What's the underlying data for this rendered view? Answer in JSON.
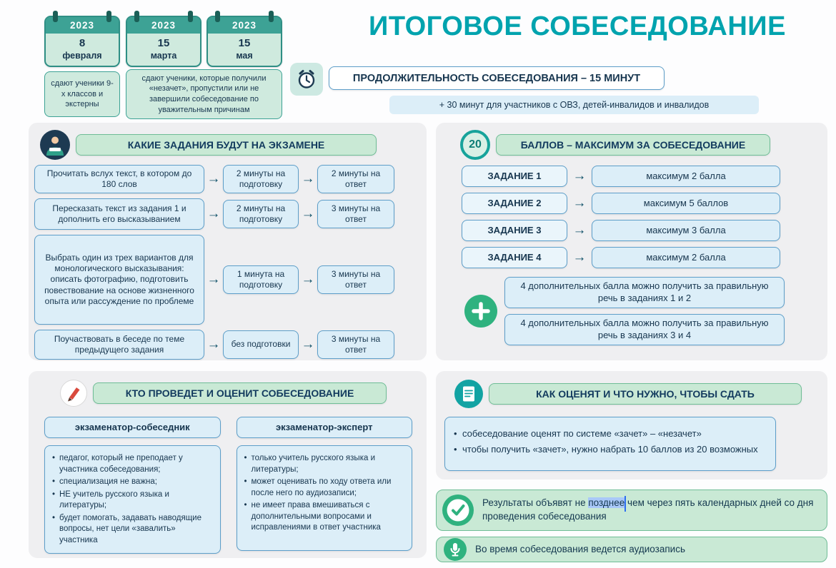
{
  "title": "ИТОГОВОЕ СОБЕСЕДОВАНИЕ",
  "colors": {
    "accent_teal": "#00a3ae",
    "navy_text": "#17364f",
    "mint_fill": "#cfeade",
    "mint_border": "#3da295",
    "blue_fill": "#dceef8",
    "blue_border": "#5d9ec9",
    "success_green": "#2fb27f",
    "selection_blue": "#a9c8f8"
  },
  "calendars": [
    {
      "year": "2023",
      "day": "8",
      "month": "февраля"
    },
    {
      "year": "2023",
      "day": "15",
      "month": "марта"
    },
    {
      "year": "2023",
      "day": "15",
      "month": "мая"
    }
  ],
  "calendar_notes": [
    "сдают ученики 9-х классов и экстерны",
    "сдают ученики, которые получили «незачет», пропустили или не завершили собеседование по уважительным причинам"
  ],
  "duration": {
    "main": "ПРОДОЛЖИТЕЛЬНОСТЬ СОБЕСЕДОВАНИЯ –  15 МИНУТ",
    "extra": "+ 30 минут для участников с ОВЗ, детей-инвалидов и инвалидов"
  },
  "tasks_panel": {
    "header": "КАКИЕ ЗАДАНИЯ БУДУТ НА ЭКЗАМЕНЕ",
    "rows": [
      {
        "task": "Прочитать вслух текст, в котором до 180 слов",
        "prep": "2 минуты на подготовку",
        "answer": "2 минуты на ответ"
      },
      {
        "task": "Пересказать текст из задания 1 и дополнить его высказыванием",
        "prep": "2 минуты на подготовку",
        "answer": "3 минуты на ответ"
      },
      {
        "task": "Выбрать один из трех вариантов для монологического высказывания: описать фотографию, подготовить повествование на основе жизненного опыта или рассуждение по проблеме",
        "prep": "1 минута на подготовку",
        "answer": "3 минуты на ответ"
      },
      {
        "task": "Поучаствовать в беседе по теме предыдущего задания",
        "prep": "без подготовки",
        "answer": "3 минуты на ответ"
      }
    ]
  },
  "points_panel": {
    "badge": "20",
    "header": "БАЛЛОВ – МАКСИМУМ ЗА СОБЕСЕДОВАНИЕ",
    "rows": [
      {
        "label": "ЗАДАНИЕ 1",
        "points": "максимум 2 балла"
      },
      {
        "label": "ЗАДАНИЕ 2",
        "points": "максимум 5 баллов"
      },
      {
        "label": "ЗАДАНИЕ 3",
        "points": "максимум 3 балла"
      },
      {
        "label": "ЗАДАНИЕ 4",
        "points": "максимум 2 балла"
      }
    ],
    "bonus": [
      "4 дополнительных балла можно получить за правильную речь в заданиях 1 и 2",
      "4 дополнительных балла можно получить за правильную речь в заданиях 3 и 4"
    ]
  },
  "examiners_panel": {
    "header": "КТО ПРОВЕДЕТ И ОЦЕНИТ СОБЕСЕДОВАНИЕ",
    "columns": [
      {
        "title": "экзаменатор-собеседник",
        "bullets": [
          "педагог, который не преподает у участника собеседования;",
          "специализация не важна;",
          "НЕ учитель русского языка и литературы;",
          "будет помогать, задавать наводящие вопросы, нет цели «завалить» участника"
        ]
      },
      {
        "title": "экзаменатор-эксперт",
        "bullets": [
          "только учитель русского языка и литературы;",
          "может оценивать по ходу ответа или после него по аудиозаписи;",
          "не имеет права вмешиваться с дополнительными вопросами и исправлениями в ответ участника"
        ]
      }
    ]
  },
  "grading_panel": {
    "header": "КАК ОЦЕНЯТ И ЧТО НУЖНО, ЧТОБЫ СДАТЬ",
    "bullets": [
      "собеседование оценят по системе «зачет» – «незачет»",
      "чтобы получить «зачет», нужно набрать 10 баллов из 20 возможных"
    ]
  },
  "results_bar": {
    "before": "Результаты объявят не ",
    "highlighted": "позднее",
    "after": " чем через пять календарных дней со дня проведения собеседования"
  },
  "audio_bar": {
    "text": "Во время собеседования ведется аудиозапись"
  }
}
